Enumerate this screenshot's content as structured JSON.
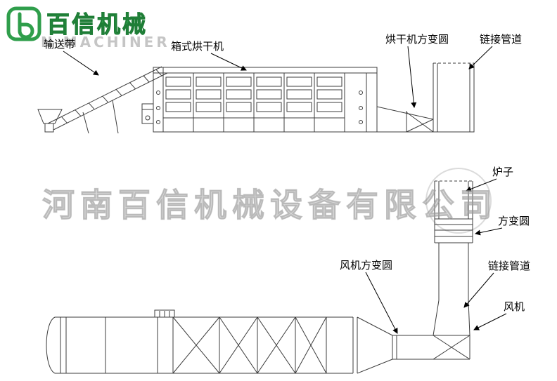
{
  "brand": {
    "name": "百信机械",
    "watermark_text": "N MACHINER",
    "color": "#2f9e4b"
  },
  "watermark": {
    "company": "河南百信机械设备有限公司"
  },
  "labels": {
    "conveyor": "输送带",
    "dryer": "箱式烘干机",
    "dryer_transition": "烘干机方变圆",
    "top_pipe": "链接管道",
    "furnace": "炉子",
    "square_to_round": "方变圆",
    "right_pipe": "链接管道",
    "fan": "风机",
    "fan_transition": "风机方变圆"
  },
  "drawing": {
    "stroke_color": "#3c3c3c"
  }
}
